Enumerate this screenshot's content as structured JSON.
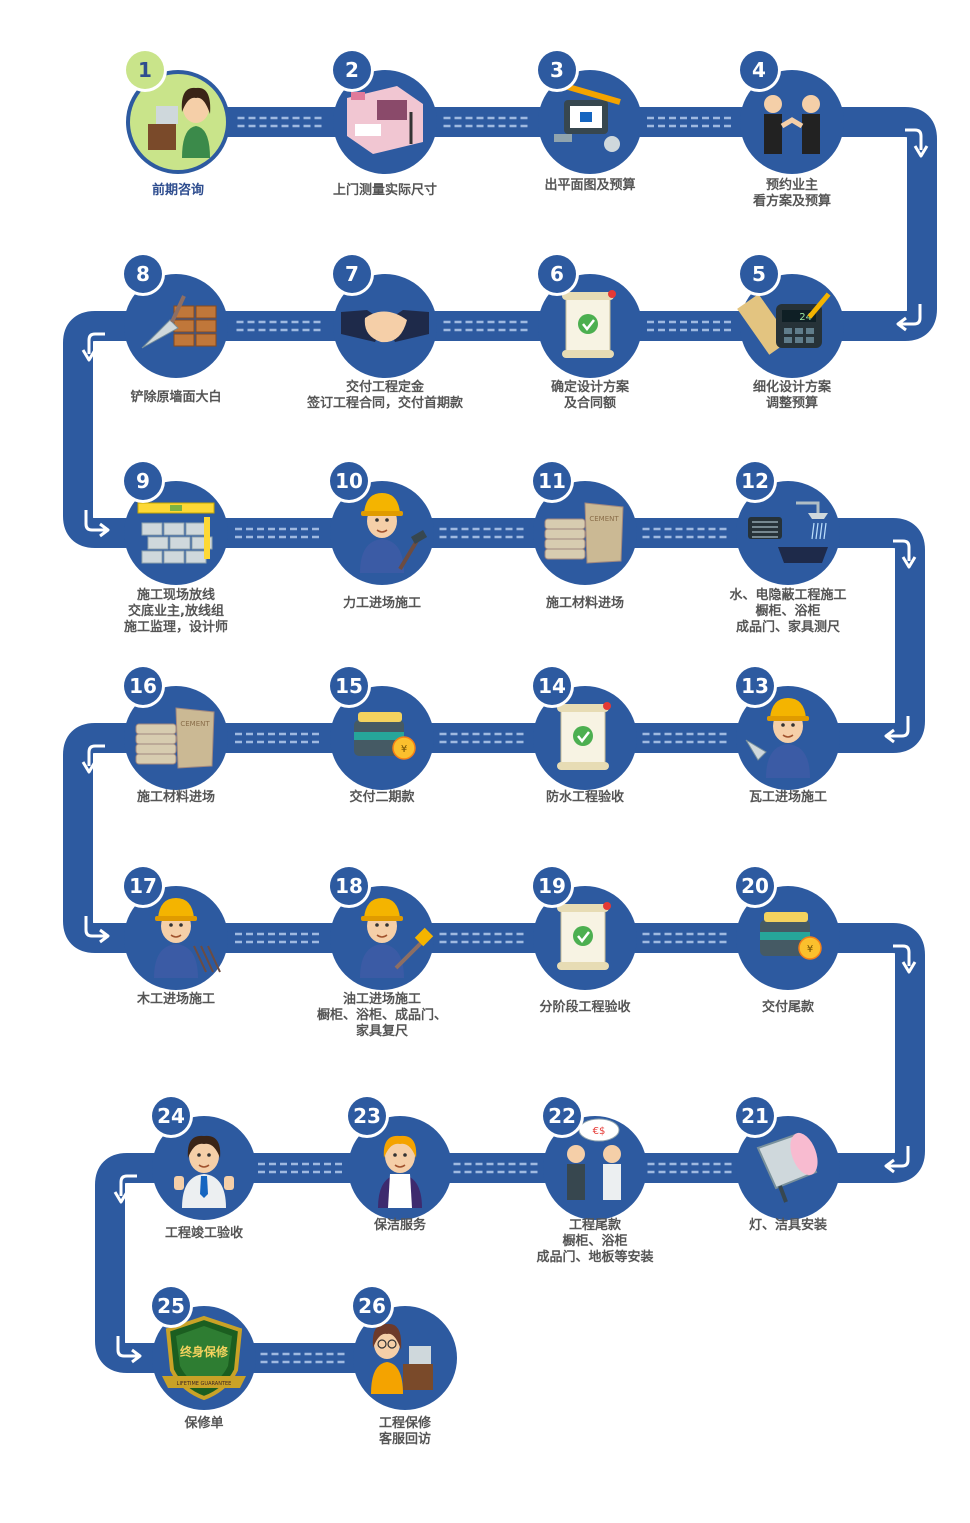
{
  "colors": {
    "track": "#2d5aa0",
    "circle": "#2d5aa0",
    "badge": "#2d5aa0",
    "badge_active": "#c9e48a",
    "dash": "#9fb9e0",
    "label": "#555555",
    "label_active": "#2e4d8f"
  },
  "steps": [
    {
      "num": "1",
      "label": "前期咨询",
      "icon": "consultant-woman-icon"
    },
    {
      "num": "2",
      "label": "上门测量实际尺寸",
      "icon": "room-measure-icon"
    },
    {
      "num": "3",
      "label": "出平面图及预算",
      "icon": "design-tools-icon"
    },
    {
      "num": "4",
      "label": "预约业主\n看方案及预算",
      "icon": "handshake-businessmen-icon"
    },
    {
      "num": "5",
      "label": "细化设计方案\n调整预算",
      "icon": "calculator-ruler-icon"
    },
    {
      "num": "6",
      "label": "确定设计方案\n及合同额",
      "icon": "approved-scroll-icon"
    },
    {
      "num": "7",
      "label": "交付工程定金\n签订工程合同，交付首期款",
      "icon": "handshake-icon"
    },
    {
      "num": "8",
      "label": "铲除原墙面大白",
      "icon": "trowel-bricks-icon"
    },
    {
      "num": "9",
      "label": "施工现场放线\n交底业主,放线组\n施工监理，设计师",
      "icon": "level-wall-icon"
    },
    {
      "num": "10",
      "label": "力工进场施工",
      "icon": "worker-hammer-icon"
    },
    {
      "num": "11",
      "label": "施工材料进场",
      "icon": "cement-bags-icon"
    },
    {
      "num": "12",
      "label": "水、电隐蔽工程施工\n橱柜、浴柜\n成品门、家具测尺",
      "icon": "plumbing-shower-icon"
    },
    {
      "num": "13",
      "label": "瓦工进场施工",
      "icon": "worker-trowel-icon"
    },
    {
      "num": "14",
      "label": "防水工程验收",
      "icon": "approved-scroll-icon"
    },
    {
      "num": "15",
      "label": "交付二期款",
      "icon": "wallet-money-icon"
    },
    {
      "num": "16",
      "label": "施工材料进场",
      "icon": "cement-bags-icon"
    },
    {
      "num": "17",
      "label": "木工进场施工",
      "icon": "worker-nails-icon"
    },
    {
      "num": "18",
      "label": "油工进场施工\n橱柜、浴柜、成品门、\n家具复尺",
      "icon": "worker-brush-icon"
    },
    {
      "num": "19",
      "label": "分阶段工程验收",
      "icon": "approved-scroll-icon"
    },
    {
      "num": "20",
      "label": "交付尾款",
      "icon": "wallet-money-icon"
    },
    {
      "num": "21",
      "label": "灯、洁具安装",
      "icon": "spotlight-icon"
    },
    {
      "num": "22",
      "label": "工程尾款\n橱柜、浴柜\n成品门、地板等安装",
      "icon": "clients-money-icon"
    },
    {
      "num": "23",
      "label": "保洁服务",
      "icon": "cleaner-woman-icon"
    },
    {
      "num": "24",
      "label": "工程竣工验收",
      "icon": "thumbs-up-man-icon"
    },
    {
      "num": "25",
      "label": "保修单",
      "icon": "warranty-shield-icon"
    },
    {
      "num": "26",
      "label": "工程保修\n客服回访",
      "icon": "service-woman-icon"
    }
  ],
  "shield_text": "终身保修",
  "shield_ribbon": "LIFETIME GUARANTEE",
  "cement_text": "CEMENT",
  "calculator_text": "24"
}
